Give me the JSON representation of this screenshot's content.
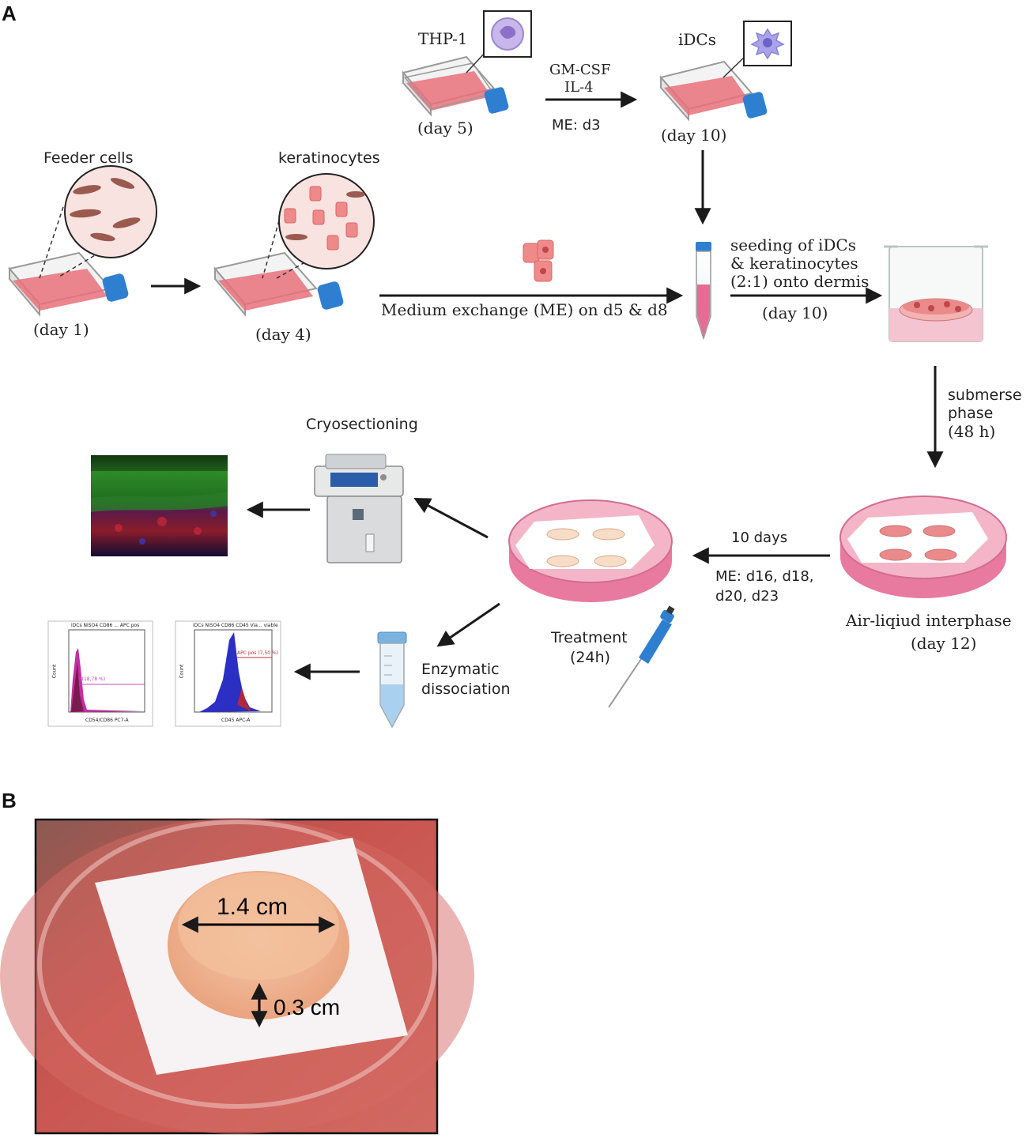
{
  "panels": {
    "a": "A",
    "b": "B"
  },
  "labels": {
    "thp1": "THP-1",
    "day5": "(day 5)",
    "gmcsf": "GM-CSF",
    "il4": "IL-4",
    "me_d3": "ME: d3",
    "idcs": "iDCs",
    "day10_top": "(day 10)",
    "feeder": "Feeder cells",
    "day1": "(day 1)",
    "keratinocytes": "keratinocytes",
    "day4": "(day 4)",
    "medium_exchange": "Medium exchange (ME) on d5 & d8",
    "seeding_1": "seeding of iDCs",
    "seeding_2": "& keratinocytes",
    "seeding_3": "(2:1) onto dermis",
    "day10_mid": "(day 10)",
    "submerse_1": "submerse",
    "submerse_2": "phase",
    "submerse_3": "(48 h)",
    "cryosectioning": "Cryosectioning",
    "ten_days": "10 days",
    "me_list_1": "ME: d16, d18,",
    "me_list_2": "d20, d23",
    "air_liquid": "Air-liqiud interphase",
    "day12": "(day 12)",
    "treatment_1": "Treatment",
    "treatment_2": "(24h)",
    "enzymatic_1": "Enzymatic",
    "enzymatic_2": "dissociation"
  },
  "flow_plots": [
    {
      "header": "iDCs NiSO4 CD86 ... APC pos",
      "gate_label": "P(18,78 %)",
      "x_label": "CD54/CD86 PC7-A",
      "y_label": "Count"
    },
    {
      "header": "iDCs NiSO4 CD86 CD45 Via... viable",
      "gate_label": "APC pos (7,50 %)",
      "x_label": "CD45 APC-A",
      "y_label": "Count"
    }
  ],
  "photo": {
    "diameter": "1.4 cm",
    "height": "0.3 cm"
  },
  "colors": {
    "medium_pink": "#e8707a",
    "dish_pink": "#f2a7c3",
    "cap_blue": "#2f7fd1",
    "arrow": "#1a1a1a"
  }
}
